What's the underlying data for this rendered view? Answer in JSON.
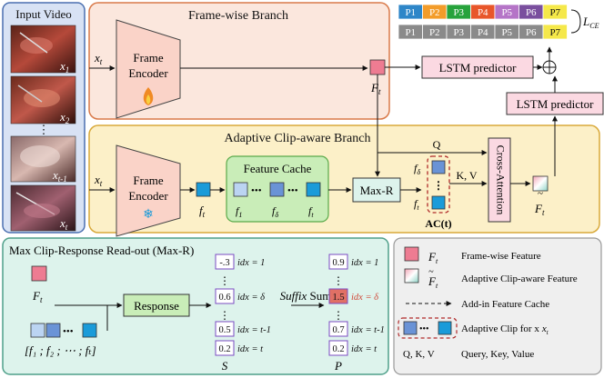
{
  "input_video": {
    "title": "Input Video",
    "frames": [
      "x",
      "x",
      "x",
      "x"
    ],
    "frame_subs": [
      "1",
      "2",
      "t-1",
      "t"
    ],
    "dots": "⋮"
  },
  "frame_branch": {
    "title": "Frame-wise Branch",
    "encoder_line1": "Frame",
    "encoder_line2": "Encoder",
    "input_label": "x",
    "input_sub": "t",
    "feature_label": "F",
    "feature_sub": "t",
    "lstm_label": "LSTM predictor"
  },
  "phase_strip": {
    "top": [
      "P1",
      "P2",
      "P3",
      "P4",
      "P5",
      "P6",
      "P7"
    ],
    "top_colors": [
      "#2E86C8",
      "#F39C2A",
      "#27A33C",
      "#E8562A",
      "#B574C7",
      "#7A4F9E",
      "#F5E84A"
    ],
    "bottom": [
      "P1",
      "P2",
      "P3",
      "P4",
      "P5",
      "P6",
      "P7"
    ],
    "bottom_colors": [
      "#8A8A8A",
      "#8A8A8A",
      "#8A8A8A",
      "#8A8A8A",
      "#8A8A8A",
      "#8A8A8A",
      "#F5E84A"
    ],
    "loss_label": "L",
    "loss_sub": "CE"
  },
  "lstm_right": {
    "label": "LSTM predictor"
  },
  "clip_branch": {
    "title": "Adaptive Clip-aware Branch",
    "encoder_line1": "Frame",
    "encoder_line2": "Encoder",
    "input_label": "x",
    "input_sub": "t",
    "ft_label": "f",
    "ft_sub": "t",
    "cache_title": "Feature Cache",
    "cache_labels": [
      "f",
      "f",
      "f"
    ],
    "cache_subs": [
      "1",
      "δ",
      "t"
    ],
    "maxr_label": "Max-R",
    "q_label": "Q",
    "kv_label": "K, V",
    "attention_label": "Cross-Attention",
    "ac_label": "AC(t)",
    "ac_top": "f",
    "ac_top_sub": "δ",
    "ac_bottom": "f",
    "ac_bottom_sub": "t",
    "out_label": "F",
    "out_sub": "t",
    "tilde": "~"
  },
  "readout": {
    "title": "Max Clip-Response Read-out (Max-R)",
    "ft_label": "F",
    "ft_sub": "t",
    "response_label": "Response",
    "suffix_label_italic": "Suffix",
    "suffix_label": " Sum",
    "seq_label": "[f",
    "seq_text": "[f₁ ; f₂ ; ⋯ ; fₜ]",
    "s_values": [
      "-.3",
      "0.6",
      "0.5",
      "0.2"
    ],
    "s_idx": [
      "idx = 1",
      "idx = δ",
      "idx = t-1",
      "idx = t"
    ],
    "s_label": "S",
    "p_values": [
      "0.9",
      "1.5",
      "0.7",
      "0.2"
    ],
    "p_idx": [
      "idx = 1",
      "idx = δ",
      "idx = t-1",
      "idx = t"
    ],
    "p_label": "P",
    "highlight_color": "#E07065",
    "delta_color": "#D04A3A"
  },
  "legend": {
    "items": [
      {
        "sym": "F",
        "sub": "t",
        "text": "Frame-wise Feature"
      },
      {
        "sym": "F",
        "sub": "t",
        "text": "Adaptive Clip-aware Feature"
      },
      {
        "sym": "",
        "sub": "",
        "text": "Add-in Feature Cache"
      },
      {
        "sym": "",
        "sub": "",
        "text": "Adaptive Clip for x"
      },
      {
        "sym": "Q, K, V",
        "sub": "",
        "text": "Query, Key, Value"
      }
    ],
    "clip_for_sub": "t"
  },
  "colors": {
    "frame_bg": "#FBE7DD",
    "frame_border": "#D97A4A",
    "clip_bg": "#FCF0C8",
    "clip_border": "#D9A93A",
    "input_bg": "#D8E2F4",
    "input_border": "#4A6FB0",
    "readout_bg": "#DDF3EC",
    "readout_border": "#4FA08A",
    "legend_bg": "#EFEFEF",
    "encoder_fill": "#FAD3C8",
    "lstm_fill": "#FBD9E2",
    "cache_fill": "#C9EDB8",
    "pink_square": "#EE7C92",
    "blue_square": "#1A9BD9",
    "light_blue": "#BBD4F2",
    "mid_blue": "#6A93D6",
    "purple_border": "#7A4BC2"
  }
}
